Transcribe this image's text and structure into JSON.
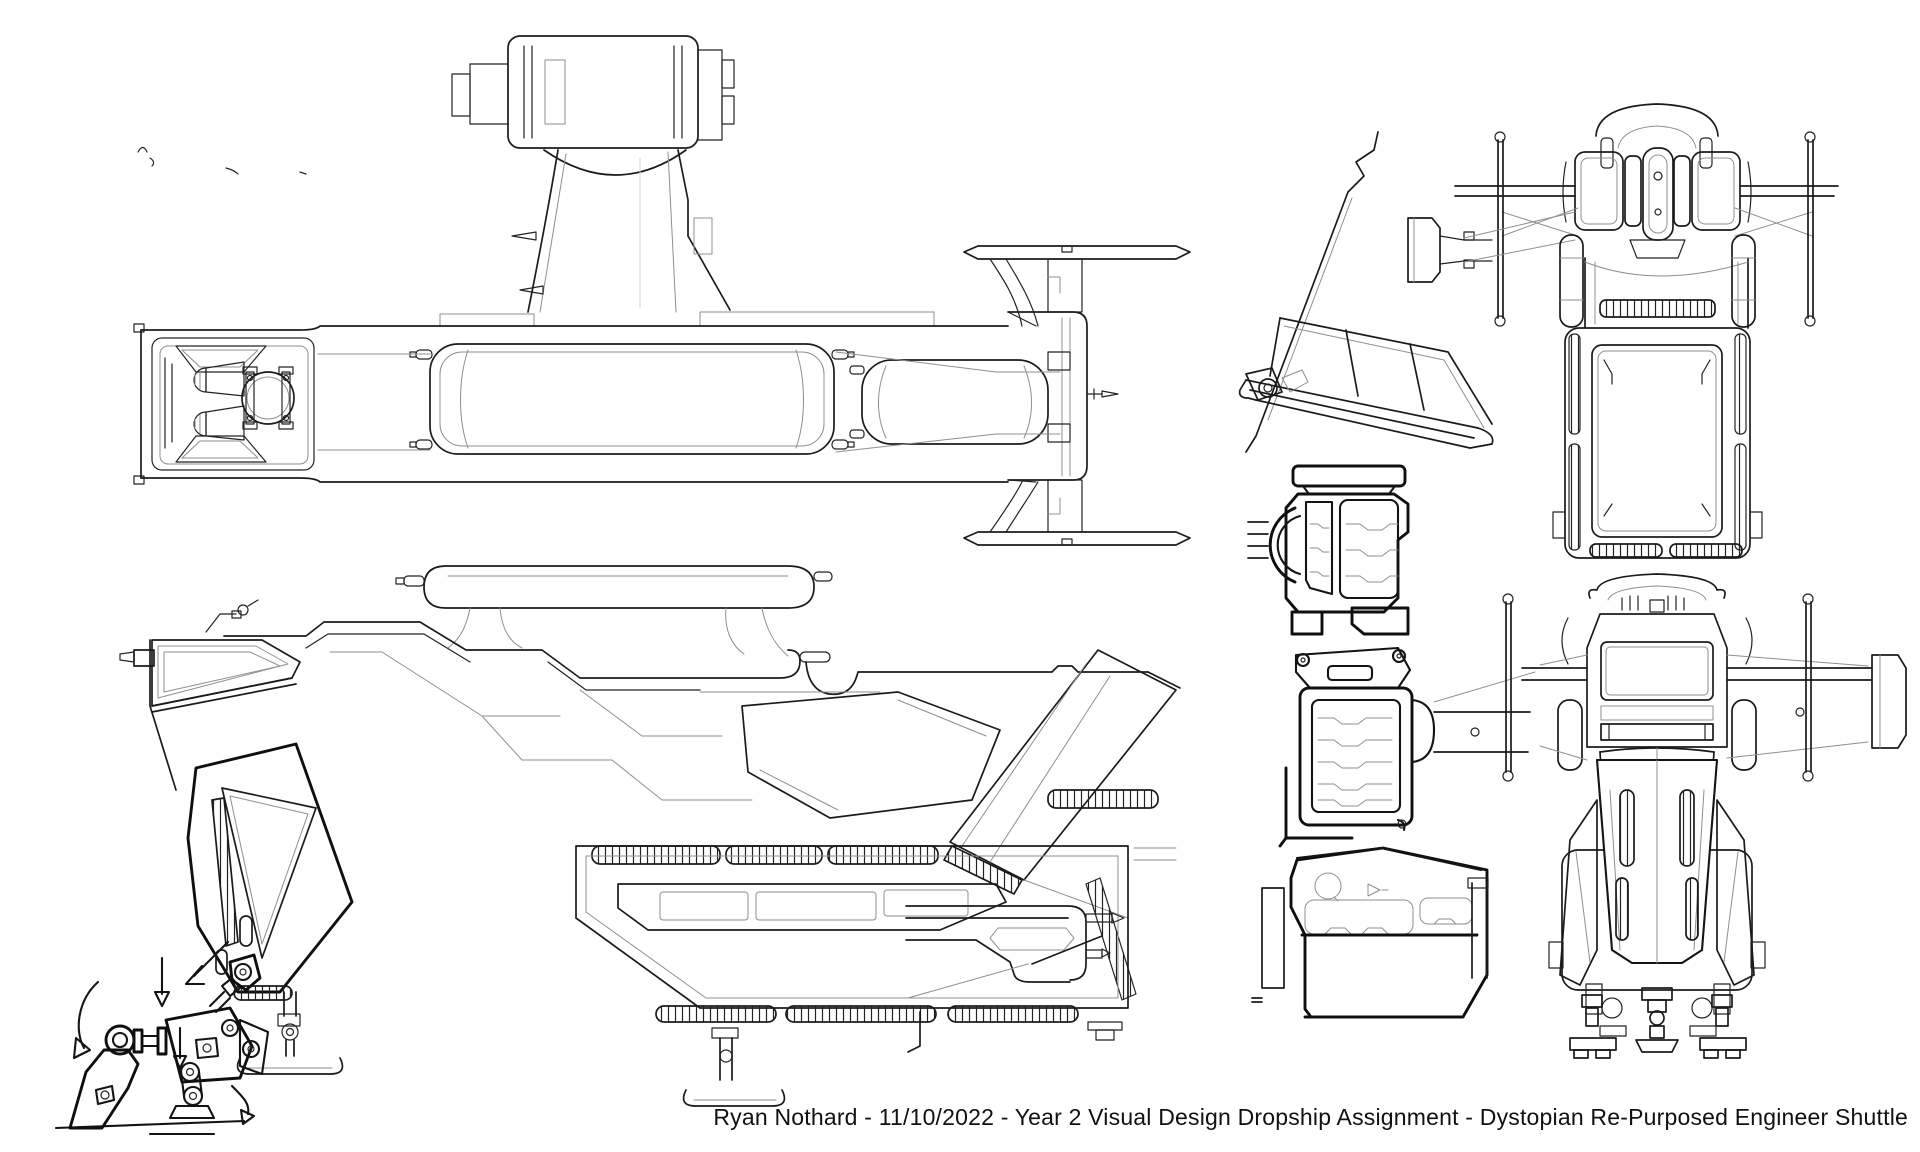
{
  "page": {
    "background": "#ffffff",
    "ink": "#232323"
  },
  "caption": {
    "text": "Ryan Nothard - 11/10/2022 - Year 2 Visual Design Dropship Assignment - Dystopian Re-Purposed Engineer Shuttle",
    "author": "Ryan Nothard",
    "date": "11/10/2022",
    "assignment": "Year 2 Visual Design Dropship Assignment",
    "subject": "Dystopian Re-Purposed Engineer Shuttle"
  }
}
